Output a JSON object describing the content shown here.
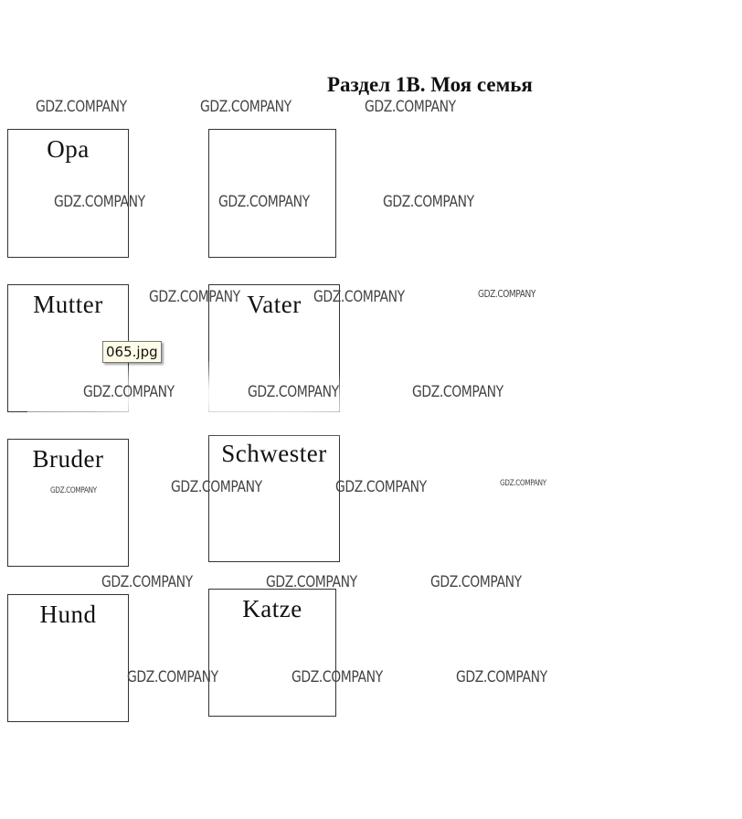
{
  "title": "Раздел 1B. Моя семья",
  "cards": [
    {
      "label": "Opa"
    },
    {
      "label": ""
    },
    {
      "label": "Mutter"
    },
    {
      "label": "Vater"
    },
    {
      "label": "Bruder"
    },
    {
      "label": "Schwester"
    },
    {
      "label": "Hund"
    },
    {
      "label": "Katze"
    }
  ],
  "tooltip": "065.jpg",
  "watermark": "GDZ.COMPANY"
}
